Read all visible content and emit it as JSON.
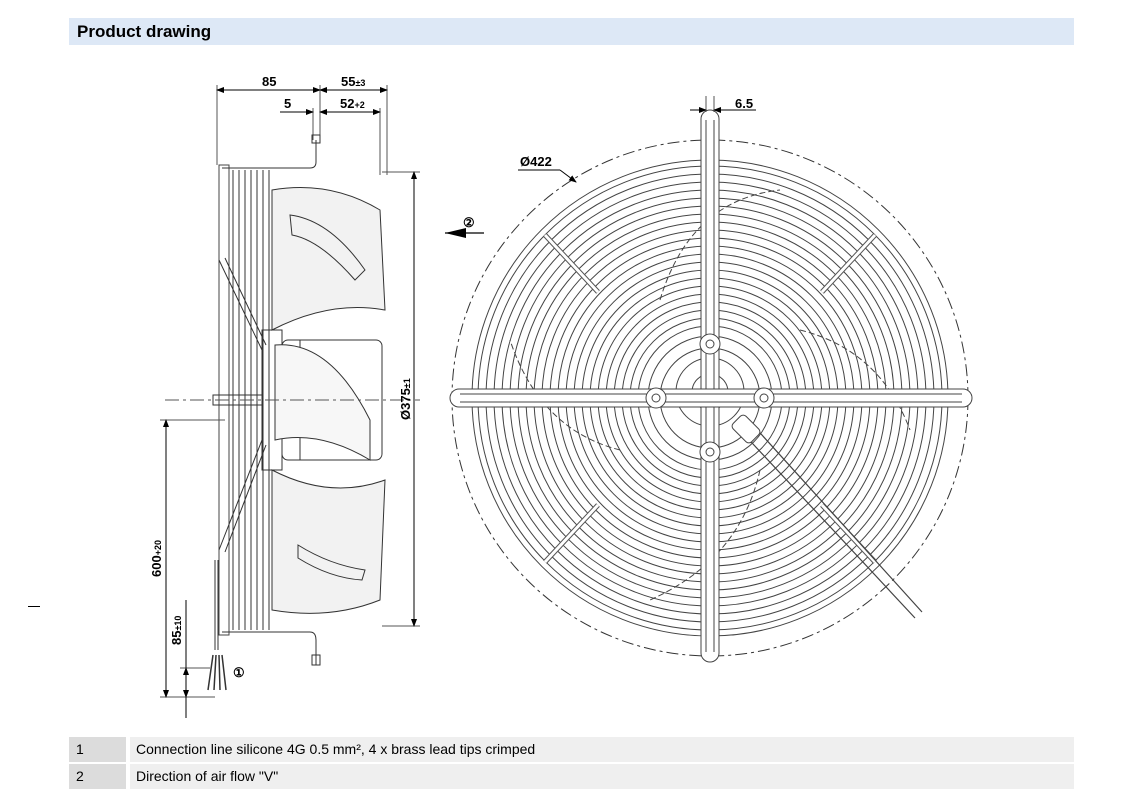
{
  "header": {
    "title": "Product drawing"
  },
  "dimensions": {
    "d85": "85",
    "d5": "5",
    "d55": "55",
    "d55_tol": "±3",
    "d52": "52",
    "d52_tol": "+2",
    "d6_5": "6.5",
    "d422": "Ø422",
    "d375": "Ø375",
    "d375_tol": "±1",
    "d600": "600",
    "d600_tol": "+20",
    "d85b": "85",
    "d85b_tol": "±10"
  },
  "callouts": {
    "c1": "①",
    "c2": "②"
  },
  "legend": [
    {
      "num": "1",
      "text": "Connection line silicone 4G 0.5 mm², 4 x brass lead tips crimped"
    },
    {
      "num": "2",
      "text": "Direction of air flow \"V\""
    }
  ]
}
